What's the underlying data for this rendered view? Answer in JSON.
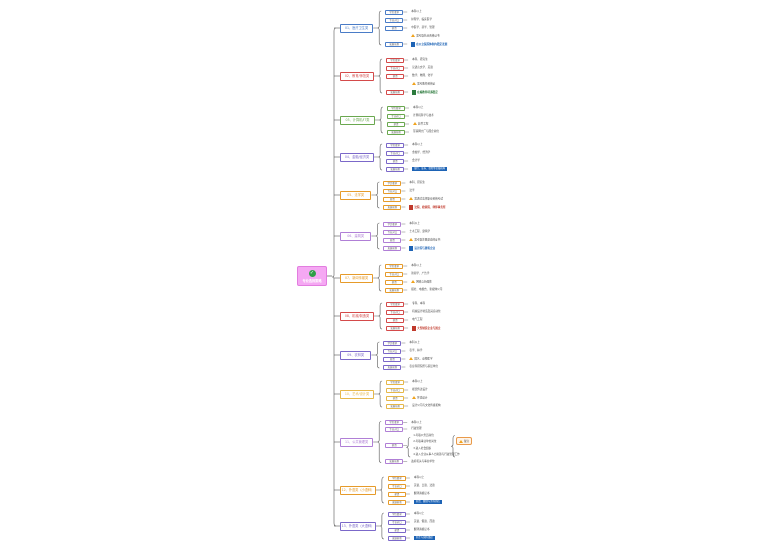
{
  "root": {
    "title": "专业选择策略",
    "icon": "check-icon",
    "color": "#f5a8f3"
  },
  "topics": [
    {
      "label": "01、医疗卫生类",
      "color": "#4a7cc7",
      "subs": [
        "学历要求",
        "专业对口",
        "薪资",
        "发展前景"
      ],
      "leaves": [
        {
          "text": "本科以上"
        },
        {
          "text": "护理学、临床医学"
        },
        {
          "text": "中医学、药学、管理"
        },
        {
          "text": "需考取执业资格证书",
          "kind": "warn"
        },
        {
          "text": "在公立医院体制内稳定发展",
          "kind": "logo",
          "logo_color": "#1d63b5"
        }
      ]
    },
    {
      "label": "02、教育/师范类",
      "color": "#d44a4a",
      "subs": [
        "学历要求",
        "专业对口",
        "薪资",
        "发展前景"
      ],
      "leaves": [
        {
          "text": "本科、研究生"
        },
        {
          "text": "汉语言文学、英语"
        },
        {
          "text": "数学、物理、化学"
        },
        {
          "text": "需考教师资格证",
          "kind": "warn"
        },
        {
          "text": "在编教师待遇稳定",
          "kind": "logo",
          "logo_color": "#2b7a3c"
        }
      ]
    },
    {
      "label": "03、计算机/IT类",
      "color": "#6aa84f",
      "subs": [
        "学历要求",
        "专业对口",
        "薪资",
        "发展前景"
      ],
      "leaves": [
        {
          "text": "本科以上"
        },
        {
          "text": "计算机科学与技术"
        },
        {
          "text": "软件工程",
          "kind": "warn"
        },
        {
          "text": "互联网大厂与国企岗位"
        }
      ]
    },
    {
      "label": "04、金融/经济类",
      "color": "#7b68c9",
      "subs": [
        "学历要求",
        "专业对口",
        "薪资",
        "发展前景"
      ],
      "leaves": [
        {
          "text": "本科以上"
        },
        {
          "text": "金融学、经济学"
        },
        {
          "text": "会计学"
        },
        {
          "text": "银行、证券、保险等金融机构",
          "kind": "badge"
        }
      ]
    },
    {
      "label": "05、法学类",
      "color": "#e69b2a",
      "subs": [
        "学历要求",
        "专业对口",
        "薪资",
        "发展前景"
      ],
      "leaves": [
        {
          "text": "本科、研究生"
        },
        {
          "text": "法学"
        },
        {
          "text": "需通过法律职业资格考试",
          "kind": "warn"
        },
        {
          "text": "法院、检察院、律师事务所",
          "kind": "logo",
          "logo_color": "#c0392b"
        }
      ]
    },
    {
      "label": "06、建筑类",
      "color": "#b07fd6",
      "subs": [
        "学历要求",
        "专业对口",
        "薪资",
        "发展前景"
      ],
      "leaves": [
        {
          "text": "本科以上"
        },
        {
          "text": "土木工程、建筑学"
        },
        {
          "text": "需考取注册建造师证书",
          "kind": "warn"
        },
        {
          "text": "设计院与建筑企业",
          "kind": "logo",
          "logo_color": "#1d63b5"
        }
      ]
    },
    {
      "label": "07、新闻传媒类",
      "color": "#e69b2a",
      "subs": [
        "学历要求",
        "专业对口",
        "薪资",
        "发展前景"
      ],
      "leaves": [
        {
          "text": "本科以上"
        },
        {
          "text": "新闻学、广告学"
        },
        {
          "text": "网络与新媒体",
          "kind": "warn"
        },
        {
          "text": "报社、电视台、新媒体公司"
        }
      ]
    },
    {
      "label": "08、机械/制造类",
      "color": "#d44a4a",
      "subs": [
        "学历要求",
        "专业对口",
        "薪资",
        "发展前景"
      ],
      "leaves": [
        {
          "text": "专科、本科"
        },
        {
          "text": "机械设计制造及其自动化"
        },
        {
          "text": "电气工程"
        },
        {
          "text": "大型制造企业与国企",
          "kind": "logo",
          "logo_color": "#c0392b"
        }
      ]
    },
    {
      "label": "09、农林类",
      "color": "#7b68c9",
      "subs": [
        "学历要求",
        "专业对口",
        "薪资",
        "发展前景"
      ],
      "leaves": [
        {
          "text": "本科以上"
        },
        {
          "text": "农学、林学"
        },
        {
          "text": "园艺、动物医学",
          "kind": "warn"
        },
        {
          "text": "农业科研院所与基层单位"
        }
      ]
    },
    {
      "label": "10、艺术/设计类",
      "color": "#e6b84a",
      "subs": [
        "学历要求",
        "专业对口",
        "薪资",
        "发展前景"
      ],
      "leaves": [
        {
          "text": "本科以上"
        },
        {
          "text": "视觉传达设计"
        },
        {
          "text": "环境设计",
          "kind": "warn"
        },
        {
          "text": "设计公司与文化传媒机构"
        }
      ]
    },
    {
      "label": "11、公共管理类",
      "color": "#b07fd6",
      "subs": [
        "学历要求",
        "专业对口",
        "薪资",
        "发展前景"
      ],
      "leaves": [
        {
          "text": "本科以上"
        },
        {
          "text": "行政管理"
        },
        {
          "text": "1.考取公务员岗位"
        },
        {
          "text": "2.考取事业单位岗位"
        },
        {
          "text": "3.进入社会组织"
        },
        {
          "text": "4.进入企业从事人力资源与行政管理工作"
        },
        {
          "text": "政府机关与事业单位"
        }
      ],
      "callout": "备注"
    },
    {
      "label": "12、外语类（小语种）",
      "color": "#e69b2a",
      "subs": [
        "学历要求",
        "专业对口",
        "薪资",
        "发展前景"
      ],
      "leaves": [
        {
          "text": "本科以上"
        },
        {
          "text": "英语、日语、法语"
        },
        {
          "text": "翻译资格证书"
        },
        {
          "text": "外贸、翻译与涉外岗位",
          "kind": "badge"
        }
      ]
    },
    {
      "label": "13、外语类（大语种）",
      "color": "#7b68c9",
      "subs": [
        "学历要求",
        "专业对口",
        "薪资",
        "发展前景"
      ],
      "leaves": [
        {
          "text": "本科以上"
        },
        {
          "text": "英语、俄语、西语"
        },
        {
          "text": "翻译资格证书"
        },
        {
          "text": "外企与国际组织",
          "kind": "badge"
        }
      ]
    }
  ]
}
